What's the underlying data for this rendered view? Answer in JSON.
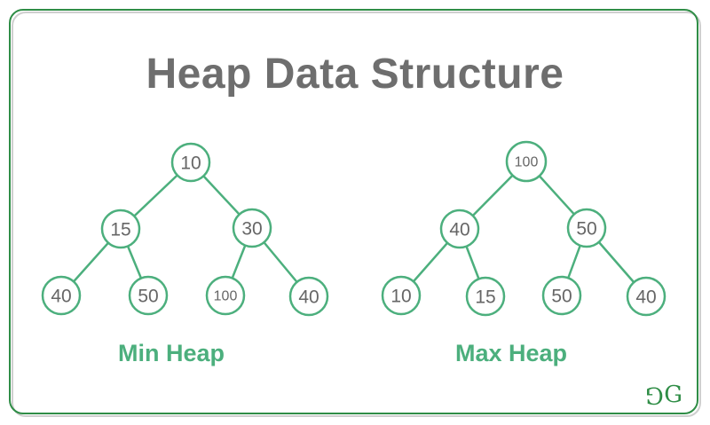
{
  "title": "Heap Data Structure",
  "trees": [
    {
      "label": "Min Heap",
      "nodes": [
        {
          "value": "10"
        },
        {
          "value": "15"
        },
        {
          "value": "30"
        },
        {
          "value": "40"
        },
        {
          "value": "50"
        },
        {
          "value": "100"
        },
        {
          "value": "40"
        }
      ],
      "edges": [
        [
          0,
          1
        ],
        [
          0,
          2
        ],
        [
          1,
          3
        ],
        [
          1,
          4
        ],
        [
          2,
          5
        ],
        [
          2,
          6
        ]
      ]
    },
    {
      "label": "Max Heap",
      "nodes": [
        {
          "value": "100"
        },
        {
          "value": "40"
        },
        {
          "value": "50"
        },
        {
          "value": "10"
        },
        {
          "value": "15"
        },
        {
          "value": "50"
        },
        {
          "value": "40"
        }
      ],
      "edges": [
        [
          0,
          1
        ],
        [
          0,
          2
        ],
        [
          1,
          3
        ],
        [
          1,
          4
        ],
        [
          2,
          5
        ],
        [
          2,
          6
        ]
      ]
    }
  ],
  "logo": {
    "g_left": "G",
    "g_right": "G"
  },
  "colors": {
    "tree_green": "#4caf7d",
    "frame_green": "#2f8d46",
    "shadow_gray": "#cfcfcf",
    "title_gray": "#6e6e6e",
    "node_text_gray": "#666666",
    "logo_green": "#2f8d46"
  }
}
